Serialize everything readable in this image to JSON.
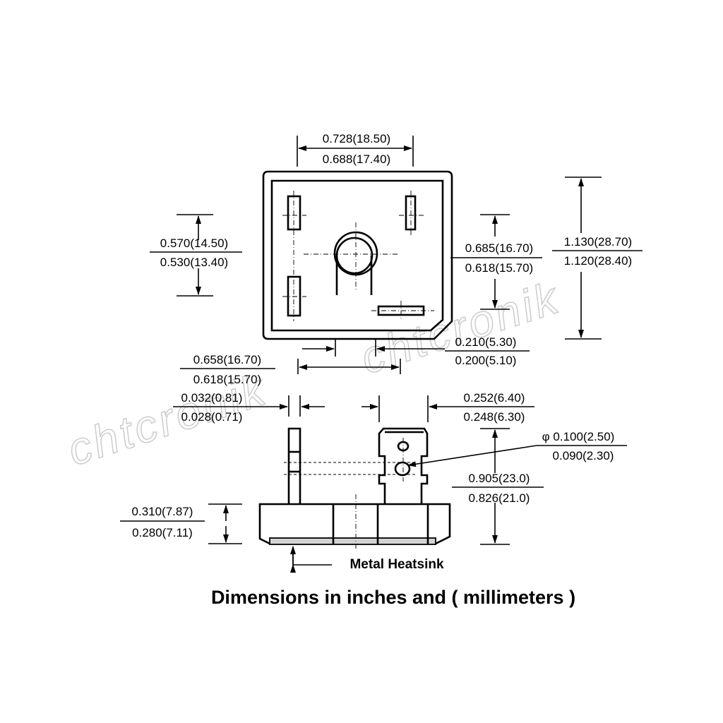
{
  "dimensions": {
    "top_width": {
      "max": "0.728(18.50)",
      "min": "0.688(17.40)"
    },
    "pin_spacing_left": {
      "max": "0.570(14.50)",
      "min": "0.530(13.40)"
    },
    "pin_spacing_right": {
      "max": "0.685(16.70)",
      "min": "0.618(15.70)"
    },
    "body_height": {
      "max": "1.130(28.70)",
      "min": "1.120(28.40)"
    },
    "lead_spacing": {
      "max": "0.210(5.30)",
      "min": "0.200(5.10)"
    },
    "pin_span": {
      "max": "0.658(16.70)",
      "min": "0.618(15.70)"
    },
    "lead_thickness": {
      "max": "0.032(0.81)",
      "min": "0.028(0.71)"
    },
    "tab_width": {
      "max": "0.252(6.40)",
      "min": "0.248(6.30)"
    },
    "hole_diameter": {
      "max": "φ 0.100(2.50)",
      "min": "0.090(2.30)"
    },
    "overall_height": {
      "max": "0.905(23.0)",
      "min": "0.826(21.0)"
    },
    "body_thickness": {
      "max": "0.310(7.87)",
      "min": "0.280(7.11)"
    }
  },
  "heatsink_label": "Metal Heatsink",
  "caption": "Dimensions in inches and ( millimeters )",
  "watermark": "chtcronik"
}
